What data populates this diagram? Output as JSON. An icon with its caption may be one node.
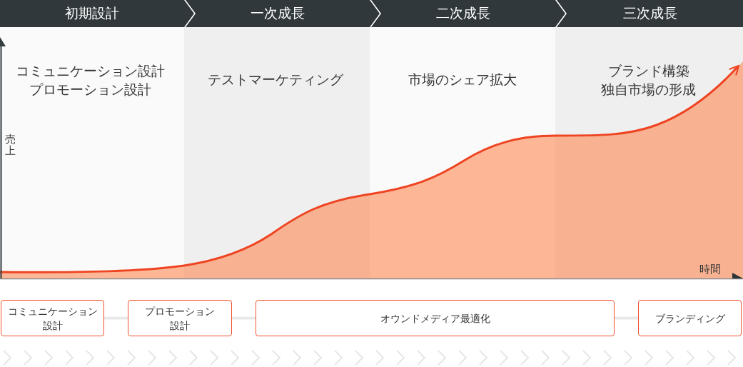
{
  "diagram": {
    "nodes": [
      {
        "text": [
          "初期設計"
        ]
      },
      {
        "text": [
          "一次成長"
        ]
      },
      {
        "text": [
          "二次成長"
        ]
      },
      {
        "text": [
          "三次成長"
        ]
      },
      {
        "text": [
          "コミュニケーション設計"
        ]
      },
      {
        "text": [
          "プロモーション設計"
        ]
      },
      {
        "text": [
          "オウンドメディア最適化"
        ]
      },
      {
        "text": [
          "ブランディング"
        ]
      }
    ],
    "edges": [
      {
        "from": 4,
        "to": 5,
        "arrow": "none"
      },
      {
        "from": 5,
        "to": 6,
        "arrow": "none"
      },
      {
        "from": 6,
        "to": 7,
        "arrow": "none"
      }
    ],
    "labels": [
      "コミュニケーション設計",
      "プロモーション設計",
      "テストマーケティング",
      "市場のシェア拡大",
      "ブランド構築",
      "独自市場の形成",
      "売上",
      "時間"
    ]
  }
}
